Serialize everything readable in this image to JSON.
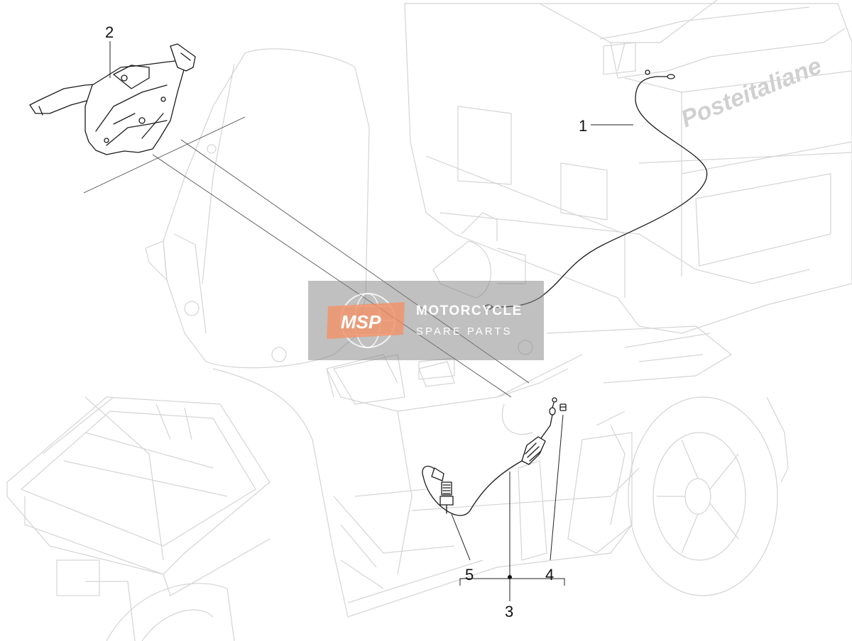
{
  "callouts": [
    {
      "id": "1",
      "label": "1"
    },
    {
      "id": "2",
      "label": "2"
    },
    {
      "id": "3",
      "label": "3"
    },
    {
      "id": "4",
      "label": "4"
    },
    {
      "id": "5",
      "label": "5"
    }
  ],
  "box_lettering": "Posteitaliane",
  "watermark": {
    "logo": "MSP",
    "line1": "MOTORCYCLE",
    "line2": "SPARE PARTS",
    "accent_color": "#f08a5d",
    "panel_color": "#7f7f7f"
  }
}
